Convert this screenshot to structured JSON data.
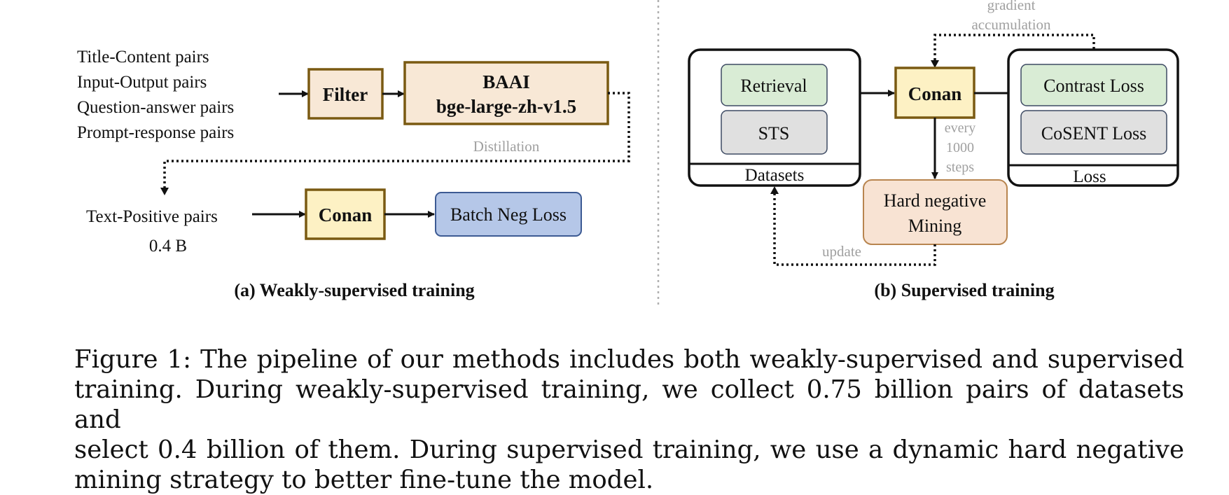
{
  "colors": {
    "box_border_brown": "#7a5a12",
    "filter_fill": "#f8e8d6",
    "bge_fill": "#f8e8d6",
    "conan_fill": "#fdf1c4",
    "batch_neg_fill": "#b5c7e8",
    "batch_neg_border": "#3c5a93",
    "retrieval_fill": "#d9ecd5",
    "sts_fill": "#e0e0e0",
    "contrast_fill": "#d9ecd5",
    "cosent_fill": "#e0e0e0",
    "hard_neg_fill": "#f8e3d3",
    "hard_neg_border": "#b8854f",
    "inner_box_border": "#3d4a63",
    "grey_label": "#a0a0a0",
    "divider": "#b0b0b0"
  },
  "panel_a": {
    "inputs": [
      "Title-Content pairs",
      "Input-Output pairs",
      "Question-answer pairs",
      "Prompt-response pairs"
    ],
    "filter_label": "Filter",
    "bge_line1": "BAAI",
    "bge_line2": "bge-large-zh-v1.5",
    "distillation_label": "Distillation",
    "text_positive_label": "Text-Positive pairs",
    "text_positive_count": "0.4 B",
    "conan_label": "Conan",
    "batch_neg_label": "Batch Neg Loss",
    "caption": "(a) Weakly-supervised training"
  },
  "panel_b": {
    "gradient_line1": "gradient",
    "gradient_line2": "accumulation",
    "retrieval_label": "Retrieval",
    "sts_label": "STS",
    "datasets_label": "Datasets",
    "conan_label": "Conan",
    "every_line1": "every",
    "every_line2": "1000",
    "every_line3": "steps",
    "contrast_label": "Contrast Loss",
    "cosent_label": "CoSENT Loss",
    "loss_label": "Loss",
    "hard_neg_line1": "Hard negative",
    "hard_neg_line2": "Mining",
    "update_label": "update",
    "caption": "(b) Supervised training"
  },
  "figure_caption": {
    "lines": [
      "Figure 1: The pipeline of our methods includes both weakly-supervised and supervised",
      "training. During weakly-supervised training, we collect 0.75 billion pairs of datasets and",
      "select 0.4 billion of them.  During supervised training, we use a dynamic hard negative",
      "mining strategy to better fine-tune the model."
    ]
  }
}
